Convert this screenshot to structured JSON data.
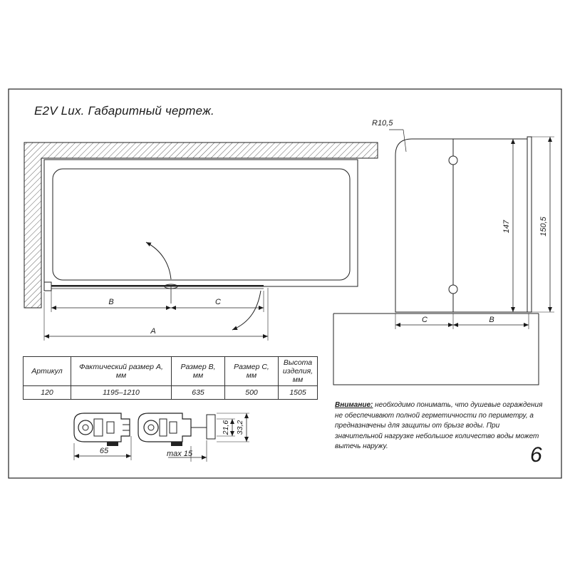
{
  "title": "E2V Lux. Габаритный чертеж.",
  "plan_view": {
    "dim_B": "B",
    "dim_C": "C",
    "dim_A": "A"
  },
  "elevation_view": {
    "radius_label": "R10,5",
    "height_inner": "147",
    "height_total": "150,5",
    "dim_C": "C",
    "dim_B": "B"
  },
  "table": {
    "headers": [
      "Артикул",
      "Фактический размер А, мм",
      "Размер В, мм",
      "Размер С, мм",
      "Высота изделия, мм"
    ],
    "rows": [
      [
        "120",
        "1195–1210",
        "635",
        "500",
        "1505"
      ]
    ]
  },
  "profile_details": {
    "width_label": "65",
    "max_label": "max 15",
    "height_small": "21,6",
    "height_large": "33,2"
  },
  "note": {
    "lead": "Внимание:",
    "text": " необходимо понимать, что душевые ограждения не обеспечивают полной герметичности по периметру, а предназначены для защиты от брызг воды. При значительной нагрузке небольшое количество воды может вытечь наружу."
  },
  "page_number": "6"
}
